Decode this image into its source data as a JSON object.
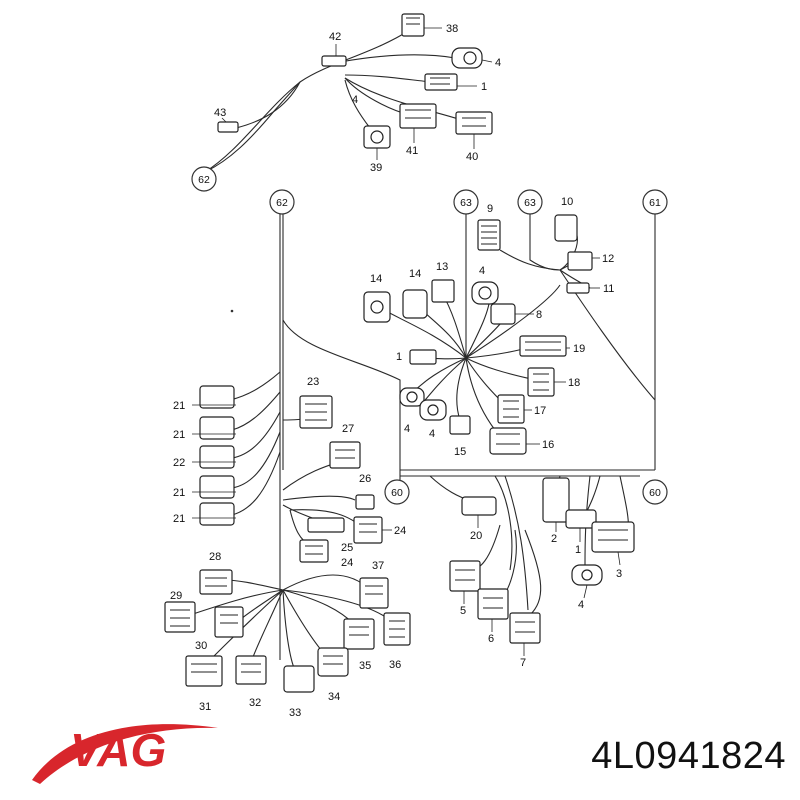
{
  "brand": {
    "name": "VAG",
    "color": "#d8262c"
  },
  "part_number": "4L0941824",
  "ref_circles": [
    {
      "label": "62"
    },
    {
      "label": "62"
    },
    {
      "label": "63"
    },
    {
      "label": "63"
    },
    {
      "label": "61"
    },
    {
      "label": "60"
    },
    {
      "label": "60"
    }
  ],
  "labels": [
    "42",
    "38",
    "4",
    "1",
    "43",
    "4",
    "39",
    "41",
    "40",
    "9",
    "10",
    "12",
    "11",
    "14",
    "14",
    "13",
    "4",
    "8",
    "19",
    "1",
    "18",
    "4",
    "17",
    "4",
    "15",
    "16",
    "23",
    "21",
    "21",
    "22",
    "21",
    "21",
    "27",
    "26",
    "24",
    "25",
    "24",
    "20",
    "2",
    "1",
    "3",
    "4",
    "28",
    "37",
    "29",
    "30",
    "35",
    "36",
    "31",
    "32",
    "33",
    "34",
    "5",
    "6",
    "7"
  ]
}
